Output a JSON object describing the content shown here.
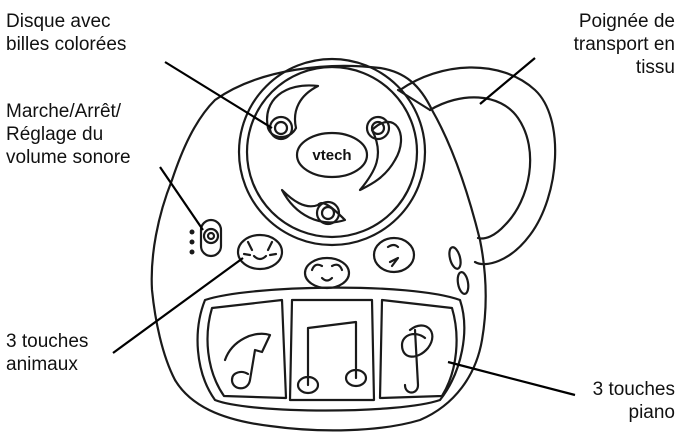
{
  "labels": {
    "disque": "Disque avec\nbilles colorées",
    "marche": "Marche/Arrêt/\nRéglage du\nvolume sonore",
    "animaux": "3 touches\nanimaux",
    "poignee": "Poignée de\ntransport en\ntissu",
    "piano": "3 touches\npiano"
  },
  "brand": "vtech",
  "colors": {
    "stroke": "#1a1a1a",
    "body": "#ffffff",
    "leader": "#000000"
  }
}
